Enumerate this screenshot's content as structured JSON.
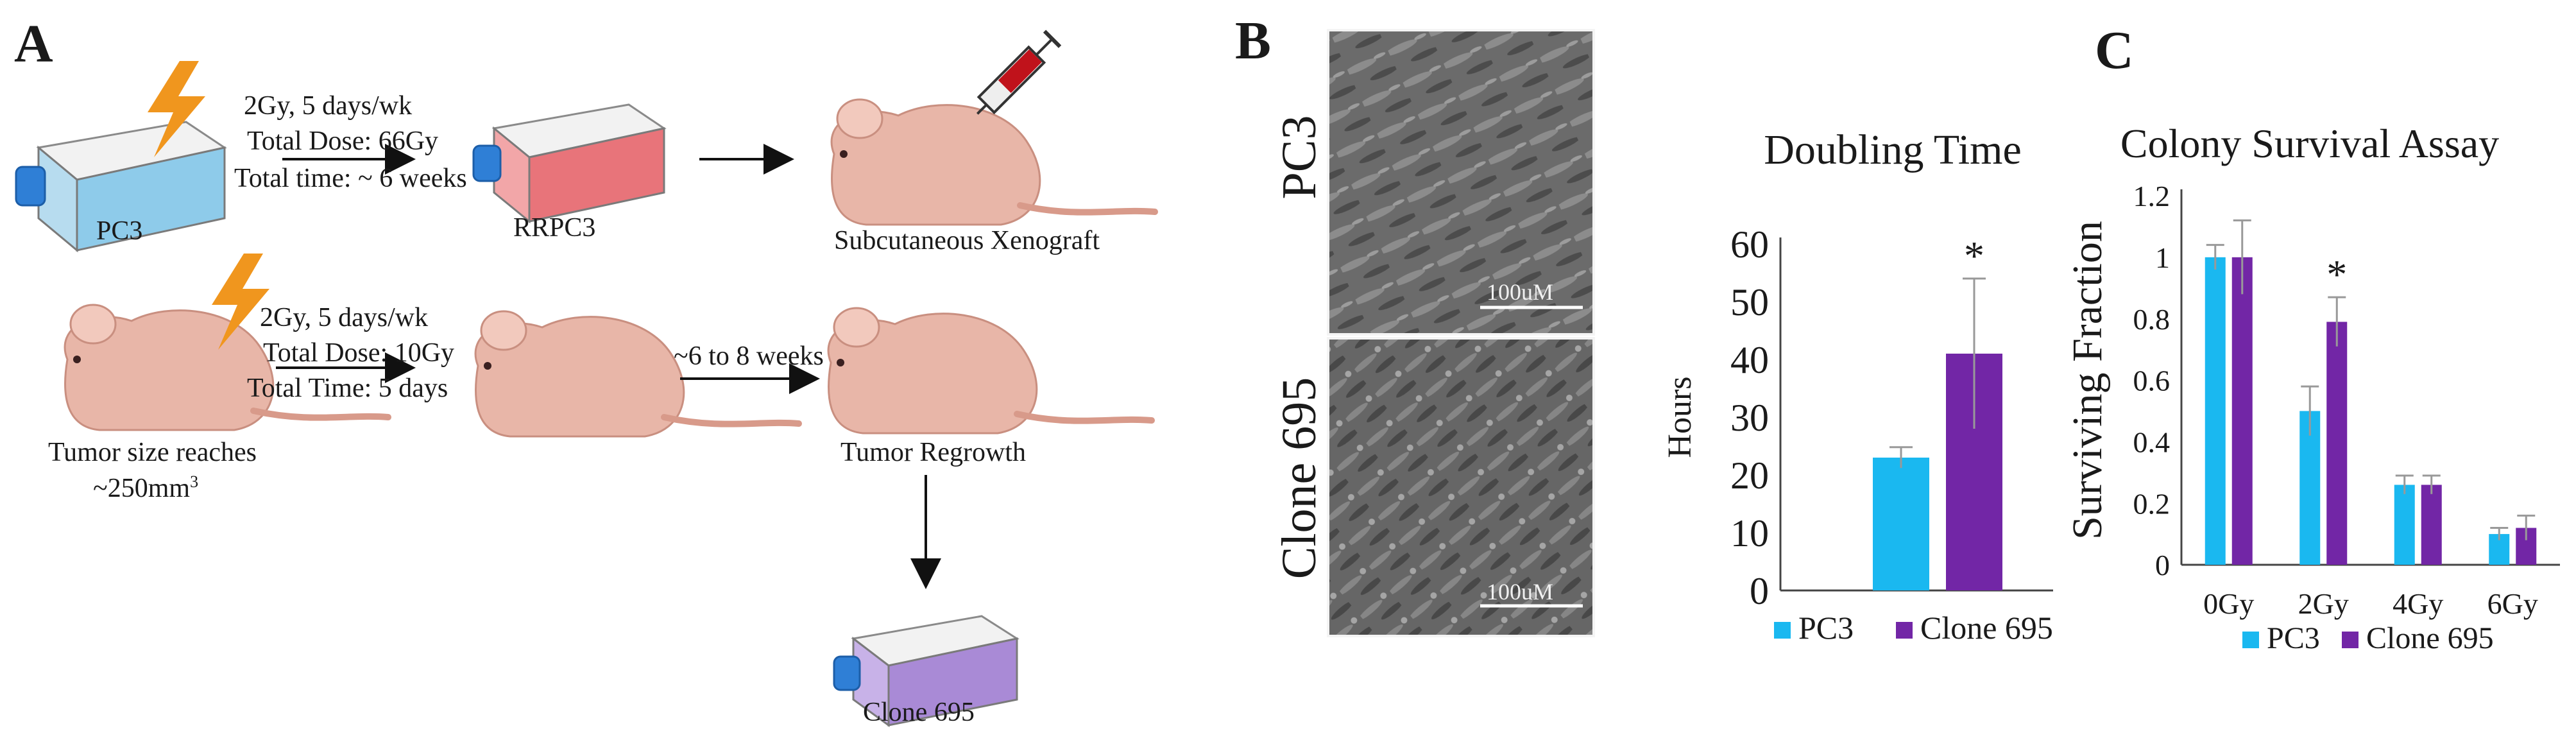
{
  "panel_a": {
    "letter": "A",
    "row1": {
      "dose_lines": [
        "2Gy, 5 days/wk",
        "Total Dose: 66Gy",
        "Total time: ~ 6 weeks"
      ],
      "flask_source_label": "PC3",
      "flask_result_label": "RRPC3",
      "mouse_label": "Subcutaneous Xenograft"
    },
    "row2": {
      "dose_lines": [
        "2Gy, 5 days/wk",
        "Total Dose: 10Gy",
        "Total Time: 5 days"
      ],
      "mouse1_label": "Tumor size reaches",
      "mouse1_label_line2": "~250mm",
      "mouse1_label_sup": "3",
      "interval_label": "~6 to 8 weeks",
      "mouse3_label": "Tumor Regrowth",
      "flask_label": "Clone 695"
    },
    "colors": {
      "flask_blue": "#8ecbea",
      "flask_red": "#e8747a",
      "flask_purple": "#a98ad6",
      "cap_blue": "#2f7fd6",
      "mouse": "#e8b6a8",
      "lightning": "#f0961e",
      "syringe_fluid": "#c0121b"
    }
  },
  "panel_b": {
    "letter": "B",
    "micrograph_labels": [
      "PC3",
      "Clone 695"
    ],
    "scale_bar_label": "100uM"
  },
  "colors": {
    "pc3": "#1ab8f0",
    "clone695": "#7226a6"
  },
  "chart_data": [
    {
      "type": "bar",
      "title": "Doubling Time",
      "ylabel": "Hours",
      "xlabel": "",
      "ylim": [
        0,
        60
      ],
      "yticks": [
        "0",
        "10",
        "20",
        "30",
        "40",
        "50",
        "60"
      ],
      "categories": [
        ""
      ],
      "series": [
        {
          "name": "PC3",
          "values": [
            23
          ],
          "errors": [
            1.8
          ]
        },
        {
          "name": "Clone 695",
          "values": [
            41
          ],
          "errors": [
            13
          ]
        }
      ],
      "annotations": [
        {
          "text": "*",
          "series": "Clone 695",
          "category": 0
        }
      ],
      "legend": "bottom",
      "grid": false
    },
    {
      "type": "bar",
      "title": "Colony Survival Assay",
      "ylabel": "Surviving  Fraction",
      "xlabel": "",
      "ylim": [
        0,
        1.2
      ],
      "yticks": [
        "0",
        "0.2",
        "0.4",
        "0.6",
        "0.8",
        "1",
        "1.2"
      ],
      "categories": [
        "0Gy",
        "2Gy",
        "4Gy",
        "6Gy"
      ],
      "series": [
        {
          "name": "PC3",
          "values": [
            1.0,
            0.5,
            0.26,
            0.1
          ],
          "errors": [
            0.04,
            0.08,
            0.03,
            0.02
          ]
        },
        {
          "name": "Clone 695",
          "values": [
            1.0,
            0.79,
            0.26,
            0.12
          ],
          "errors": [
            0.12,
            0.08,
            0.03,
            0.04
          ]
        }
      ],
      "annotations": [
        {
          "text": "*",
          "series": "Clone 695",
          "category": 1
        }
      ],
      "legend": "bottom",
      "grid": false
    }
  ]
}
